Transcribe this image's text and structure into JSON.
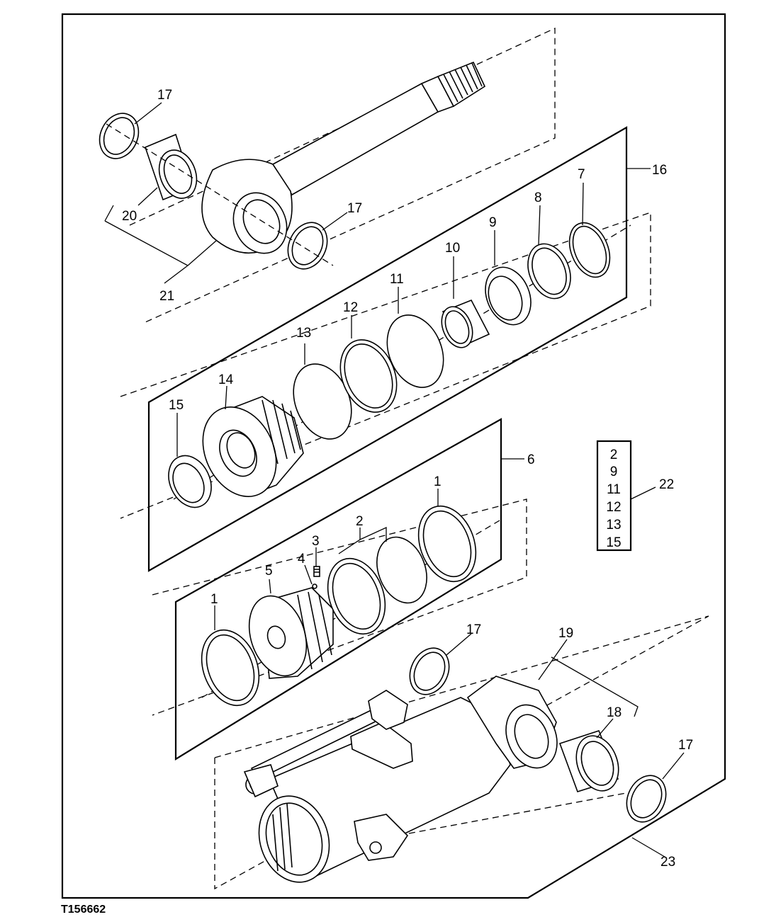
{
  "figure_id": "T156662",
  "callouts": {
    "c1a": "1",
    "c1b": "1",
    "c2": "2",
    "c3": "3",
    "c4": "4",
    "c5": "5",
    "c6": "6",
    "c7": "7",
    "c8": "8",
    "c9": "9",
    "c10": "10",
    "c11": "11",
    "c12": "12",
    "c13": "13",
    "c14": "14",
    "c15": "15",
    "c16": "16",
    "c17a": "17",
    "c17b": "17",
    "c17c": "17",
    "c17d": "17",
    "c18": "18",
    "c19": "19",
    "c20": "20",
    "c21": "21",
    "c22": "22",
    "c23": "23"
  },
  "kit_list": [
    "2",
    "9",
    "11",
    "12",
    "13",
    "15"
  ]
}
